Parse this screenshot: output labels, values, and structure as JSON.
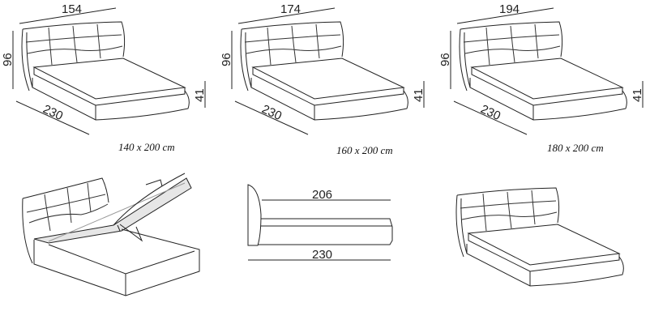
{
  "beds": [
    {
      "width_label": "154",
      "height_label": "96",
      "length_label": "230",
      "base_height_label": "41",
      "size_caption": "140 x 200 cm"
    },
    {
      "width_label": "174",
      "height_label": "96",
      "length_label": "230",
      "base_height_label": "41",
      "size_caption": "160 x 200 cm"
    },
    {
      "width_label": "194",
      "height_label": "96",
      "length_label": "230",
      "base_height_label": "41",
      "size_caption": "180 x 200 cm"
    }
  ],
  "side_view": {
    "inner_length_label": "206",
    "outer_length_label": "230"
  },
  "colors": {
    "line": "#222222",
    "storage_slats": "#bbbbbb"
  }
}
